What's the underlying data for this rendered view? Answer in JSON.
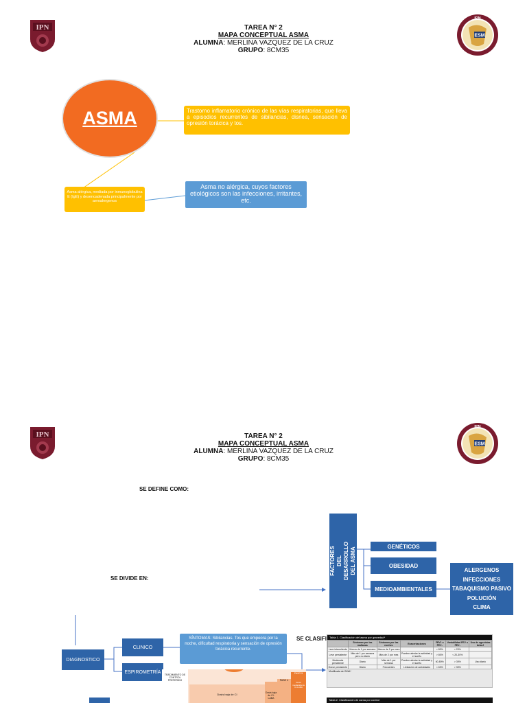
{
  "page1": {
    "header": {
      "title": "TAREA N° 2",
      "subtitle": "MAPA CONCEPTUAL ASMA",
      "alumna_label": "ALUMNA",
      "alumna_value": ": MERLINA VAZQUEZ DE LA CRUZ",
      "grupo_label": "GRUPO",
      "grupo_value": ": 8CM35"
    },
    "logo_left_text": "IPN",
    "logo_right_text": "ESM",
    "logo_right_top": "IPN",
    "asma_title": "ASMA",
    "definition_text": "Trastorno inflamatorio crónico de las vías respiratorias, que lleva a episodios recurrentes de sibilancias, disnea, sensación de opresión torácica y tos.",
    "allergic_text": "Asma alérgica, mediada por inmunoglobulina E (IgE) y desencadenada principalmente por aeroalergenos",
    "nonallergic_text": "Asma no alérgica, cuyos factores etiológicos son las infecciones, irritantes, etc."
  },
  "page2": {
    "header": {
      "title": "TAREA N° 2",
      "subtitle": "MAPA CONCEPTUAL ASMA",
      "alumna_label": "ALUMNA",
      "alumna_value": ": MERLINA VAZQUEZ DE LA CRUZ",
      "grupo_label": "GRUPO",
      "grupo_value": ": 8CM35"
    },
    "se_define": "SE DEFINE COMO:",
    "se_divide": "SE DIVIDE EN:",
    "se_clasifica": "SE CLASIFICA",
    "factores_title": "FACTORES DEL DESARROLLO DEL ASMA",
    "factores": [
      "GENÉTICOS",
      "OBESIDAD",
      "MEDIOAMBIENTALES"
    ],
    "ambientales": [
      "ALERGENOS",
      "INFECCIONES",
      "TABAQUISMO PASIVO",
      "POLUCIÓN",
      "CLIMA"
    ],
    "diagnostico": "DIAGNOSTICO",
    "clinico": "CLINICO",
    "espirometria": "ESPIROMETRÍA",
    "sintomas_label": "SÍNTOMAS",
    "sintomas_text": ": Sibilancias. Tos que empeora por la noche, dificultad respiratoria y sensación de opresión torácica recurrente.",
    "table1_caption": "Tabla 1. Clasificación del asma por gravedad*",
    "table1_headers": [
      "",
      "Síntomas por las mañanas",
      "Síntomas por las noches",
      "Exacerbaciones",
      "FEV1 o FEV₁",
      "Variabilidad FEV o FEV₁",
      "Uso de agonistas beta-2"
    ],
    "table1_rows": [
      [
        "Leve intermitente",
        "Menos de 1 por semana",
        "Menos de 2 por mes",
        "",
        "> 80%",
        "< 20%",
        ""
      ],
      [
        "Leve persistente",
        "Más de 1 por semana pero no diario",
        "Más de 2 por mes",
        "Pueden afectar la actividad y el sueño",
        "> 80%",
        "< 20-30%",
        ""
      ],
      [
        "Moderada persistente",
        "Diario",
        "Más de 1 por semana",
        "Pueden afectar la actividad y el sueño",
        "60-80%",
        "> 30%",
        "Uso diario"
      ],
      [
        "Grave persistente",
        "Diario",
        "Frecuentes",
        "Limitación de actividades",
        "< 60%",
        "> 30%",
        ""
      ]
    ],
    "table1_note": "Modificada de GINA*",
    "table2_caption": "Tabla 2. Clasificación de asma por control",
    "steps_left": "TRATAMIENTO DE CONTROL PREFERIDO",
    "steps_mid": "Dosis baja de CI",
    "steps_right": "Dosis baja de CI-LABA",
    "paso4": "PASO 4",
    "paso5": "PASO 5",
    "steps_extra": "Dosis media/alta de CI-LABA"
  }
}
